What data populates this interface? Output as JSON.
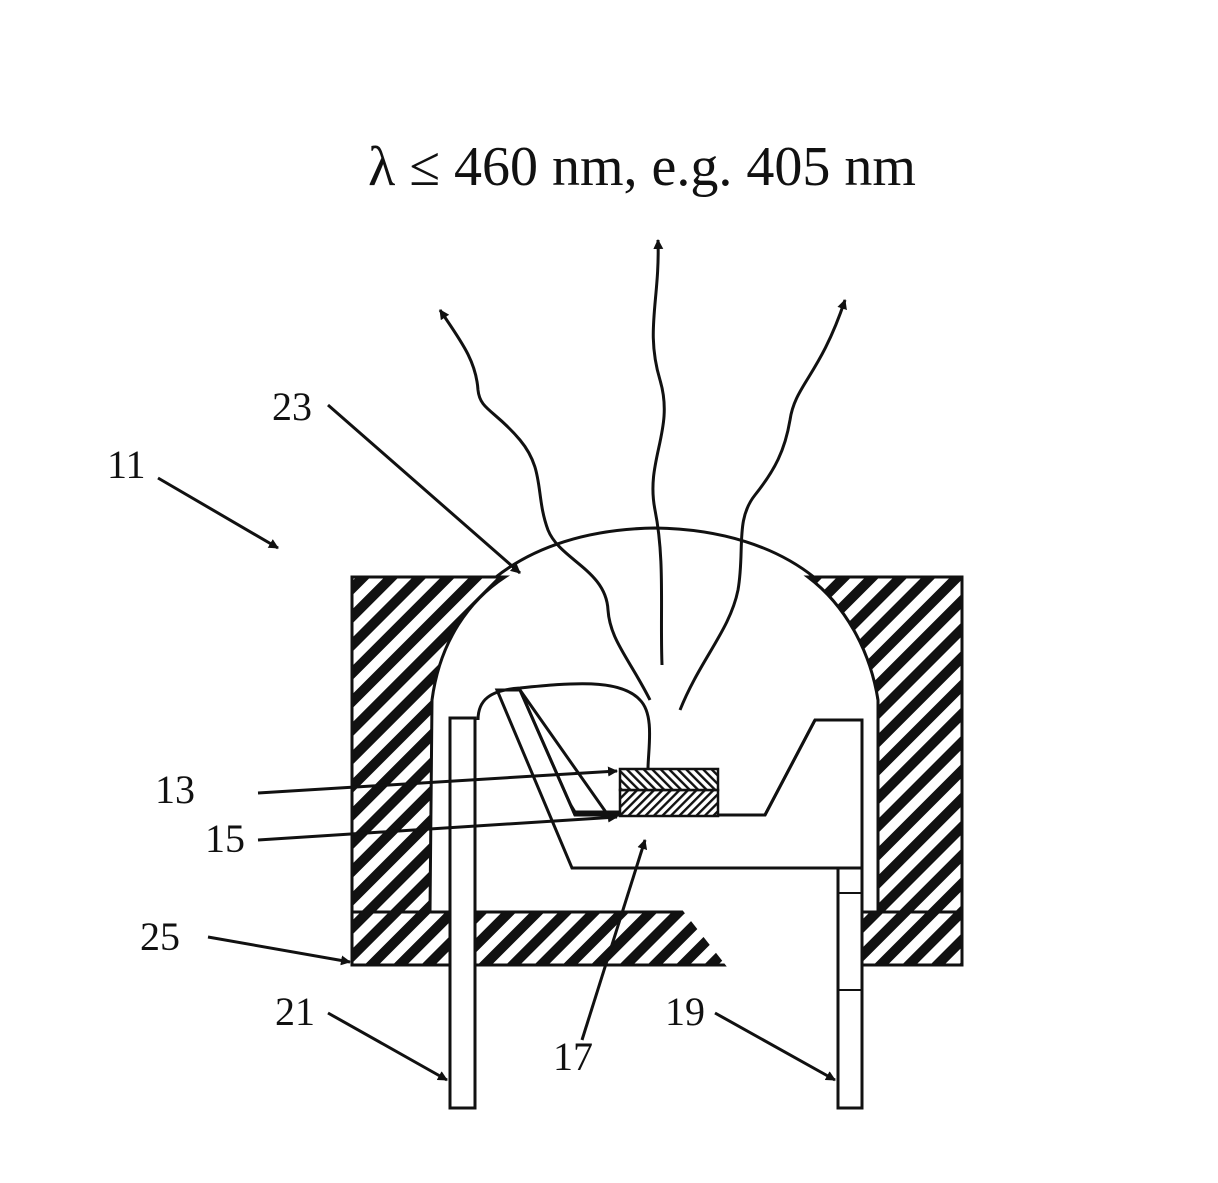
{
  "title": "λ ≤ 460 nm, e.g. 405 nm",
  "labels": {
    "l11": "11",
    "l23": "23",
    "l13": "13",
    "l15": "15",
    "l25": "25",
    "l21": "21",
    "l17": "17",
    "l19": "19"
  },
  "colors": {
    "ink": "#111111",
    "paper": "#ffffff"
  }
}
